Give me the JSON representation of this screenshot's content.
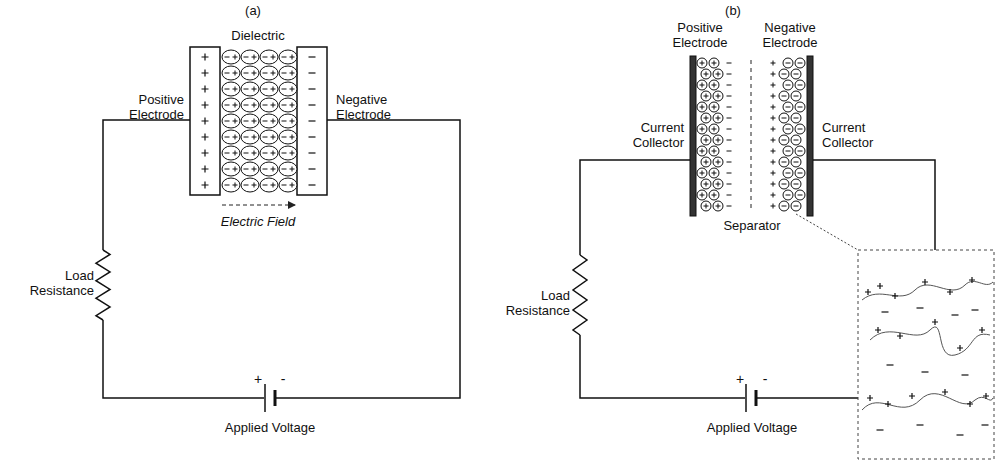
{
  "diagram": {
    "labels": [
      "(a)",
      "(b)",
      "Dielectric",
      "Positive Electrode",
      "Negative Electrode",
      "Electric Field",
      "Load Resistance",
      "+",
      "-",
      "Applied Voltage",
      "Positive Electrode",
      "Negative Electrode",
      "Current Collector",
      "Current Collector",
      "Separator",
      "Load Resistance",
      "+",
      "-",
      "Applied Voltage"
    ]
  }
}
